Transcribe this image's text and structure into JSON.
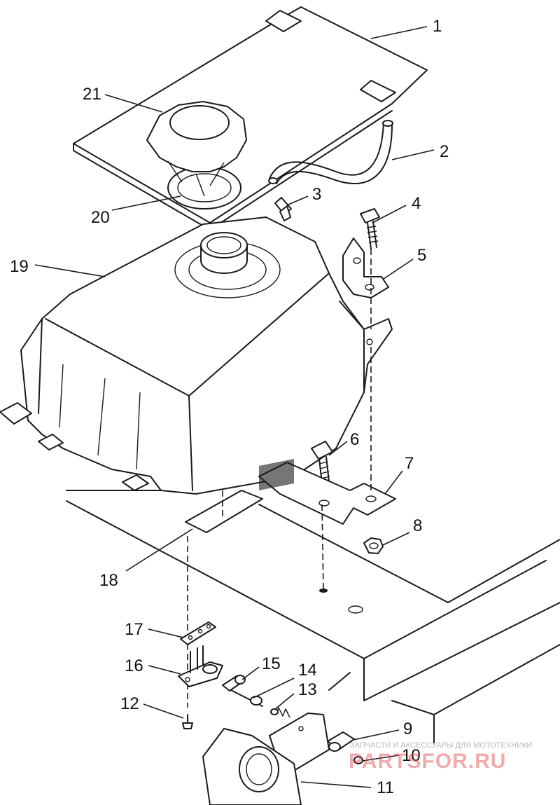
{
  "callouts": {
    "c1": "1",
    "c2": "2",
    "c3": "3",
    "c4": "4",
    "c5": "5",
    "c6": "6",
    "c7": "7",
    "c8": "8",
    "c9": "9",
    "c10": "10",
    "c11": "11",
    "c12": "12",
    "c13": "13",
    "c14": "14",
    "c15": "15",
    "c16": "16",
    "c17": "17",
    "c18": "18",
    "c19": "19",
    "c20": "20",
    "c21": "21"
  },
  "watermark": {
    "tagline": "ЗАПЧАСТИ И АКСЕССУАРЫ ДЛЯ МОТОТЕХНИКИ",
    "brand": "PARTSFOR.RU"
  }
}
